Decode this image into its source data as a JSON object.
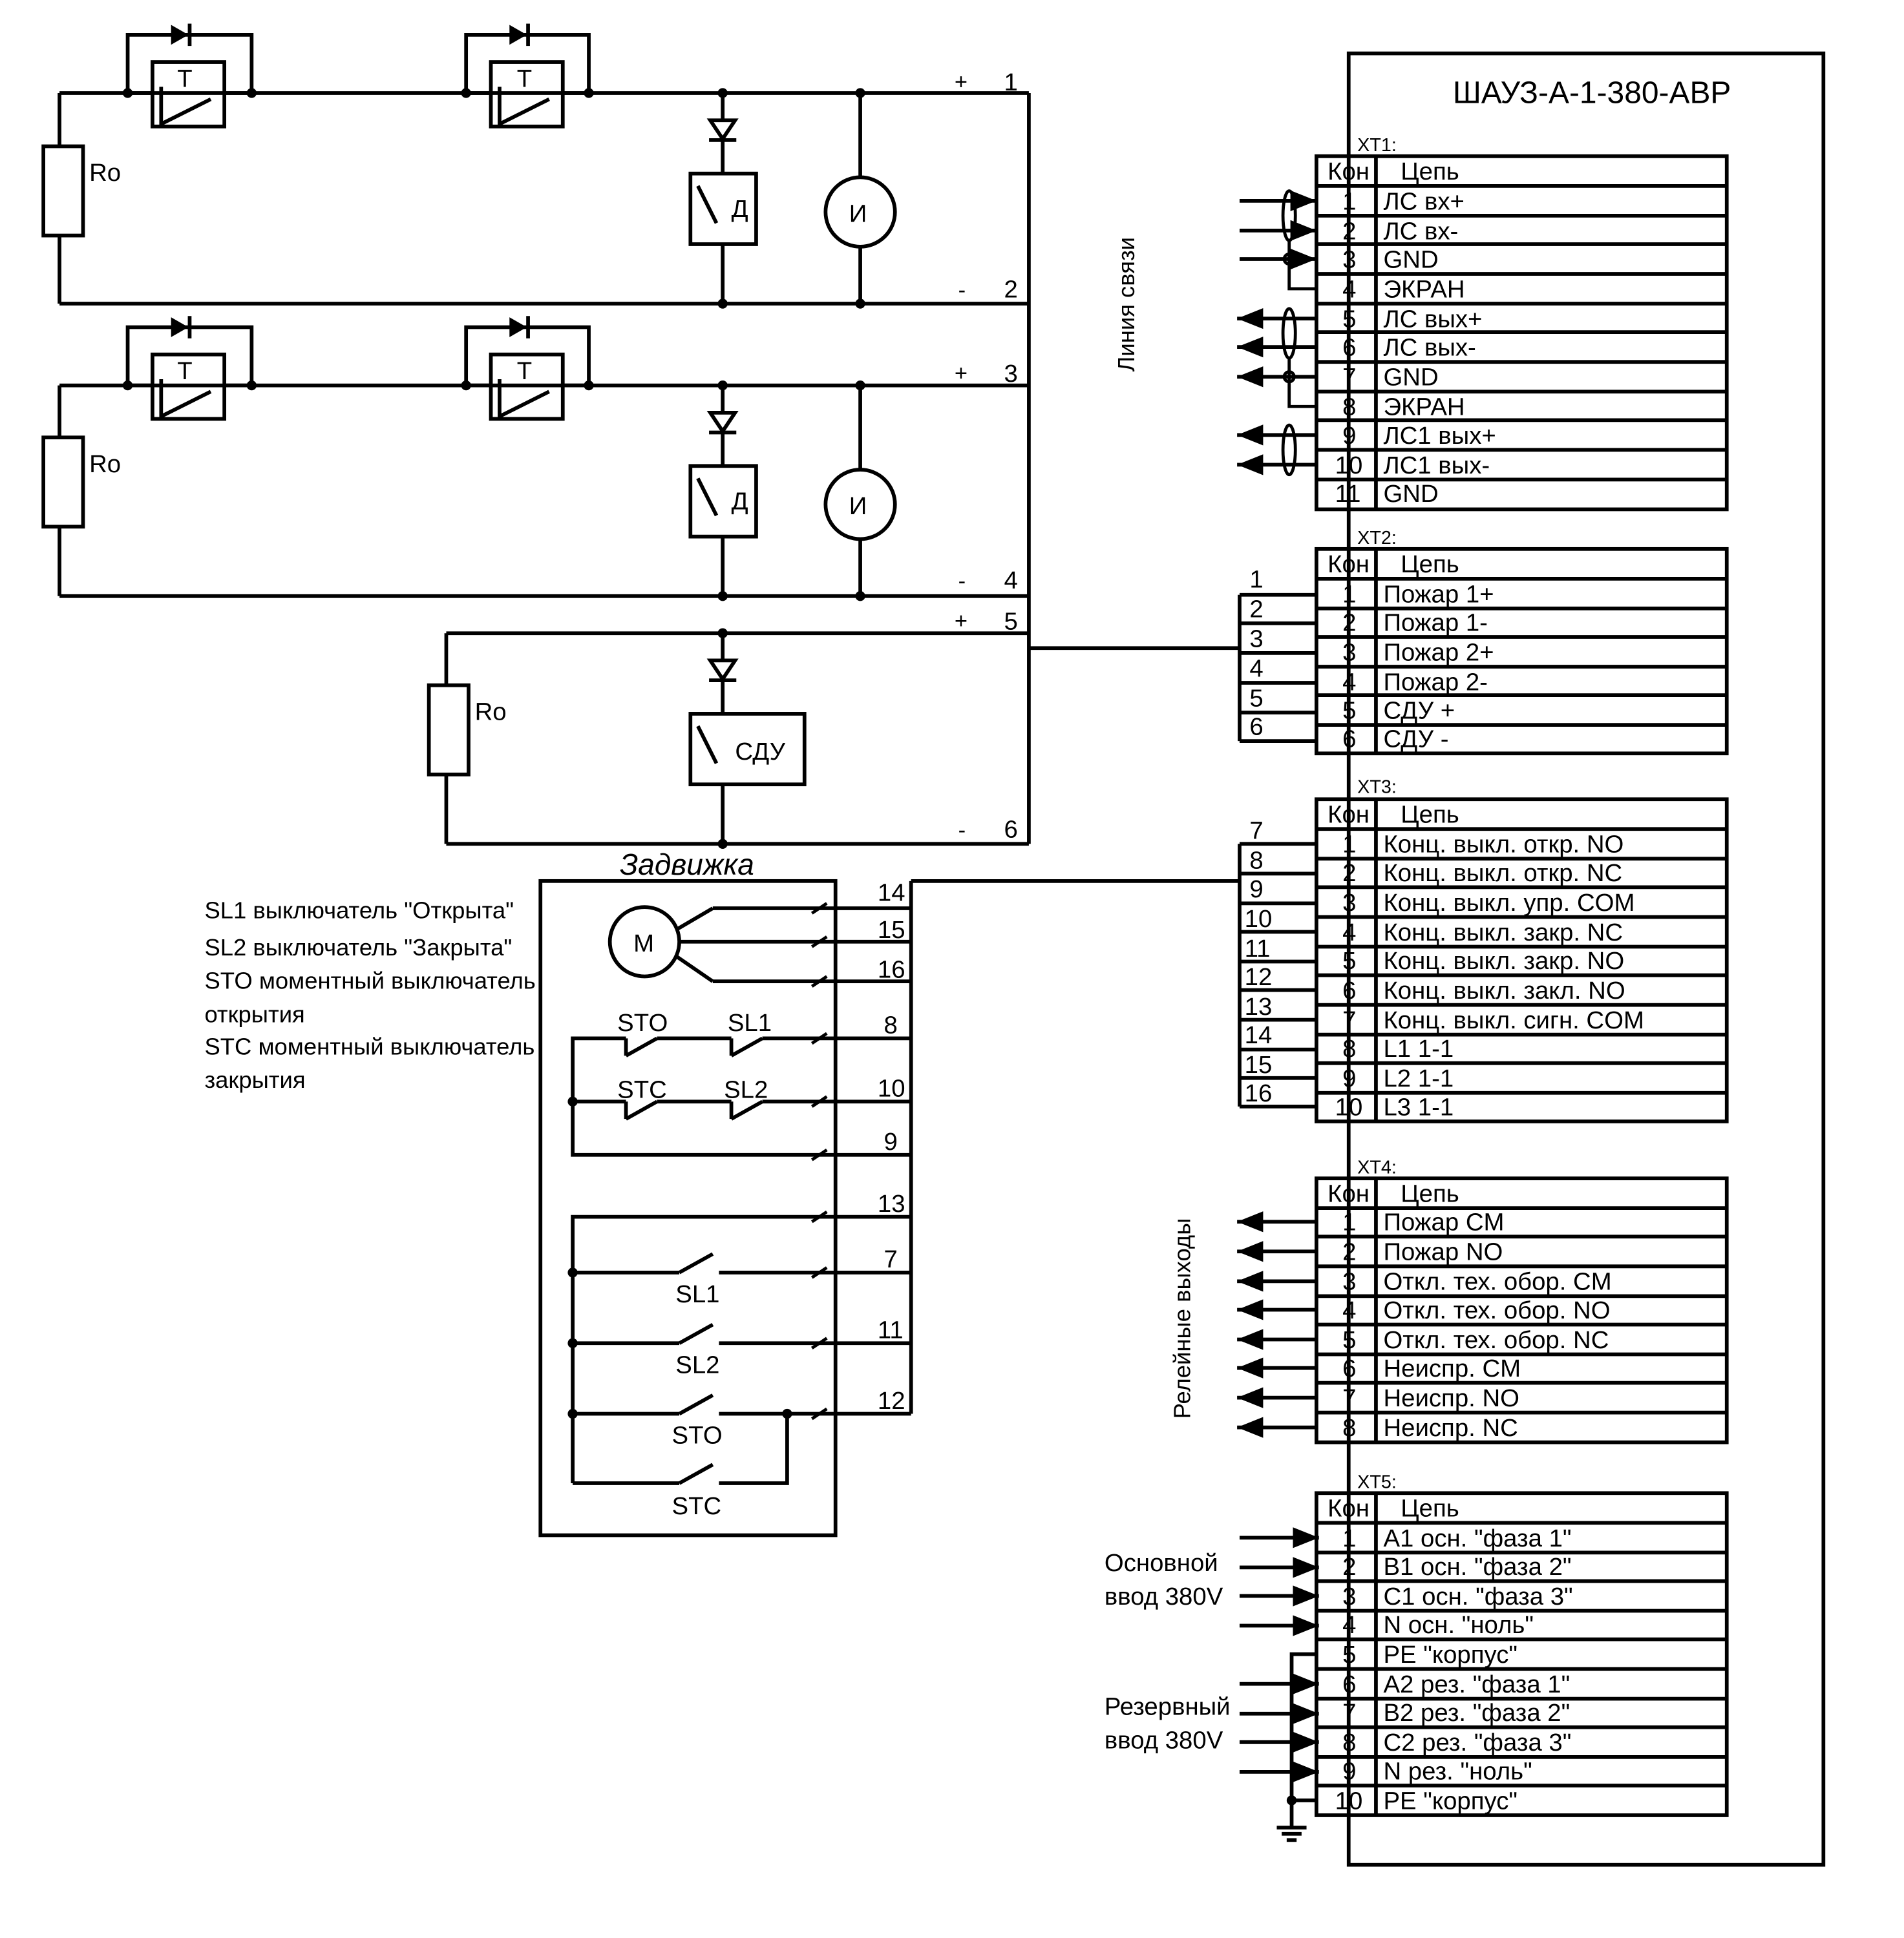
{
  "device": {
    "title": "ШАУЗ-А-1-380-АВР"
  },
  "terminal_blocks": [
    {
      "name": "XT1:",
      "header_kon": "Кон",
      "header_circuit": "Цепь",
      "rows": [
        {
          "n": "1",
          "label": "ЛС вх+"
        },
        {
          "n": "2",
          "label": "ЛС вх-"
        },
        {
          "n": "3",
          "label": "GND"
        },
        {
          "n": "4",
          "label": "ЭКРАН"
        },
        {
          "n": "5",
          "label": "ЛС вых+"
        },
        {
          "n": "6",
          "label": "ЛС вых-"
        },
        {
          "n": "7",
          "label": "GND"
        },
        {
          "n": "8",
          "label": "ЭКРАН"
        },
        {
          "n": "9",
          "label": "ЛС1 вых+"
        },
        {
          "n": "10",
          "label": "ЛС1 вых-"
        },
        {
          "n": "11",
          "label": "GND"
        }
      ]
    },
    {
      "name": "XT2:",
      "header_kon": "Кон",
      "header_circuit": "Цепь",
      "rows": [
        {
          "n": "1",
          "label": "Пожар 1+"
        },
        {
          "n": "2",
          "label": "Пожар 1-"
        },
        {
          "n": "3",
          "label": "Пожар 2+"
        },
        {
          "n": "4",
          "label": "Пожар 2-"
        },
        {
          "n": "5",
          "label": "СДУ +"
        },
        {
          "n": "6",
          "label": "СДУ -"
        }
      ]
    },
    {
      "name": "XT3:",
      "header_kon": "Кон",
      "header_circuit": "Цепь",
      "rows": [
        {
          "n": "1",
          "label": "Конц. выкл. откр. NO"
        },
        {
          "n": "2",
          "label": "Конц. выкл. откр. NC"
        },
        {
          "n": "3",
          "label": "Конц. выкл. упр. COM"
        },
        {
          "n": "4",
          "label": "Конц. выкл. закр. NC"
        },
        {
          "n": "5",
          "label": "Конц. выкл. закр. NO"
        },
        {
          "n": "6",
          "label": "Конц. выкл. закл. NO"
        },
        {
          "n": "7",
          "label": "Конц. выкл. сигн. COM"
        },
        {
          "n": "8",
          "label": "L1 1-1"
        },
        {
          "n": "9",
          "label": "L2 1-1"
        },
        {
          "n": "10",
          "label": "L3 1-1"
        }
      ]
    },
    {
      "name": "XT4:",
      "header_kon": "Кон",
      "header_circuit": "Цепь",
      "rows": [
        {
          "n": "1",
          "label": "Пожар CM"
        },
        {
          "n": "2",
          "label": "Пожар NO"
        },
        {
          "n": "3",
          "label": "Откл. тех. обор. CM"
        },
        {
          "n": "4",
          "label": "Откл. тех. обор. NO"
        },
        {
          "n": "5",
          "label": "Откл. тех. обор. NC"
        },
        {
          "n": "6",
          "label": "Неиспр. CM"
        },
        {
          "n": "7",
          "label": "Неиспр. NO"
        },
        {
          "n": "8",
          "label": "Неиспр. NC"
        }
      ]
    },
    {
      "name": "XT5:",
      "header_kon": "Кон",
      "header_circuit": "Цепь",
      "rows": [
        {
          "n": "1",
          "label": "A1 осн. \"фаза 1\""
        },
        {
          "n": "2",
          "label": "B1 осн. \"фаза 2\""
        },
        {
          "n": "3",
          "label": "C1 осн. \"фаза 3\""
        },
        {
          "n": "4",
          "label": "N осн. \"ноль\""
        },
        {
          "n": "5",
          "label": "PE \"корпус\""
        },
        {
          "n": "6",
          "label": "A2 рез. \"фаза 1\""
        },
        {
          "n": "7",
          "label": "B2 рез. \"фаза 2\""
        },
        {
          "n": "8",
          "label": "C2 рез. \"фаза 3\""
        },
        {
          "n": "9",
          "label": "N рез. \"ноль\""
        },
        {
          "n": "10",
          "label": "PE \"корпус\""
        }
      ]
    }
  ],
  "side_labels": {
    "comm_line": "Линия связи",
    "relay_outputs": "Релейные выходы",
    "main_input_1": "Основной",
    "main_input_2": "ввод 380V",
    "reserve_input_1": "Резервный",
    "reserve_input_2": "ввод 380V"
  },
  "loop_components": {
    "thermal": "T",
    "smoke_detector": "Д",
    "manual_call_point": "И",
    "end_resistor": "Ro",
    "remote_control": "СДУ",
    "plus": "+",
    "minus": "-"
  },
  "wire_numbers": {
    "loop": [
      "1",
      "2",
      "3",
      "4",
      "5",
      "6"
    ],
    "valve": [
      "14",
      "15",
      "16",
      "8",
      "10",
      "9",
      "13",
      "7",
      "11",
      "12"
    ],
    "xt2_bundle": [
      "1",
      "2",
      "3",
      "4",
      "5",
      "6"
    ],
    "xt3_bundle": [
      "7",
      "8",
      "9",
      "10",
      "11",
      "12",
      "13",
      "14",
      "15",
      "16"
    ]
  },
  "valve": {
    "title": "Задвижка",
    "motor": "M",
    "switch_labels": [
      "STO",
      "SL1",
      "STC",
      "SL2",
      "SL1",
      "SL2",
      "STO",
      "STC"
    ]
  },
  "legend": [
    "SL1 выключатель \"Открыта\"",
    "SL2 выключатель \"Закрыта\"",
    "STO моментный выключатель",
    "открытия",
    "STC моментный выключатель",
    "закрытия"
  ]
}
